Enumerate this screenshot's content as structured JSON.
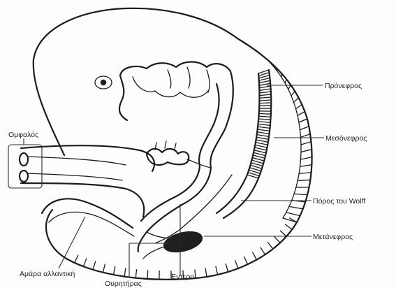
{
  "labels": {
    "pronephros": "Πρόνεφρος",
    "mesonephros": "Μεσόνεφρος",
    "wolff_duct": "Πόρος του Wolff",
    "metanephros": "Μετάνεφρος",
    "umbilical_cord": "Ομφαλός",
    "allantois": "Αμάρα αλλαντική",
    "ureter": "Ουρητήρας",
    "gut": "Έντερο"
  }
}
